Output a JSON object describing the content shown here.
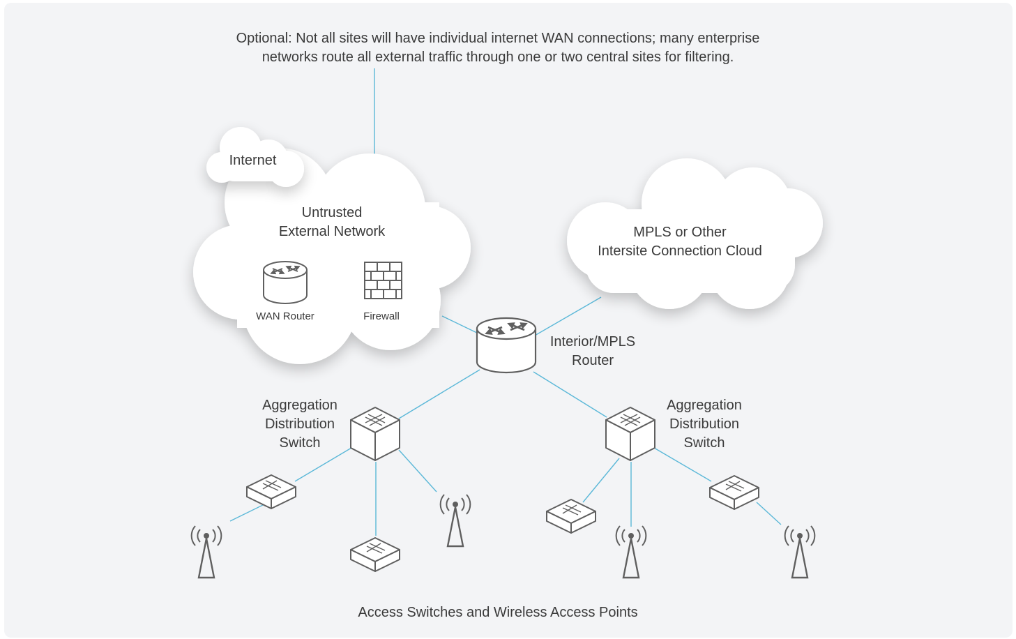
{
  "note": "Optional: Not all sites will have individual internet WAN connections; many enterprise\nnetworks route all external traffic through one or two central sites for filtering.",
  "clouds": {
    "internet": "Internet",
    "untrusted": "Untrusted\nExternal Network",
    "mpls": "MPLS or Other\nIntersite Connection Cloud"
  },
  "devices": {
    "wan_router": "WAN Router",
    "firewall": "Firewall",
    "interior_router": "Interior/MPLS\nRouter",
    "agg_switch_left": "Aggregation\nDistribution\nSwitch",
    "agg_switch_right": "Aggregation\nDistribution\nSwitch"
  },
  "footer": "Access Switches and Wireless Access Points",
  "colors": {
    "link": "#5bb8d8",
    "icon": "#5f5f5f",
    "cloud": "#ffffff",
    "text": "#3a3a3a"
  }
}
